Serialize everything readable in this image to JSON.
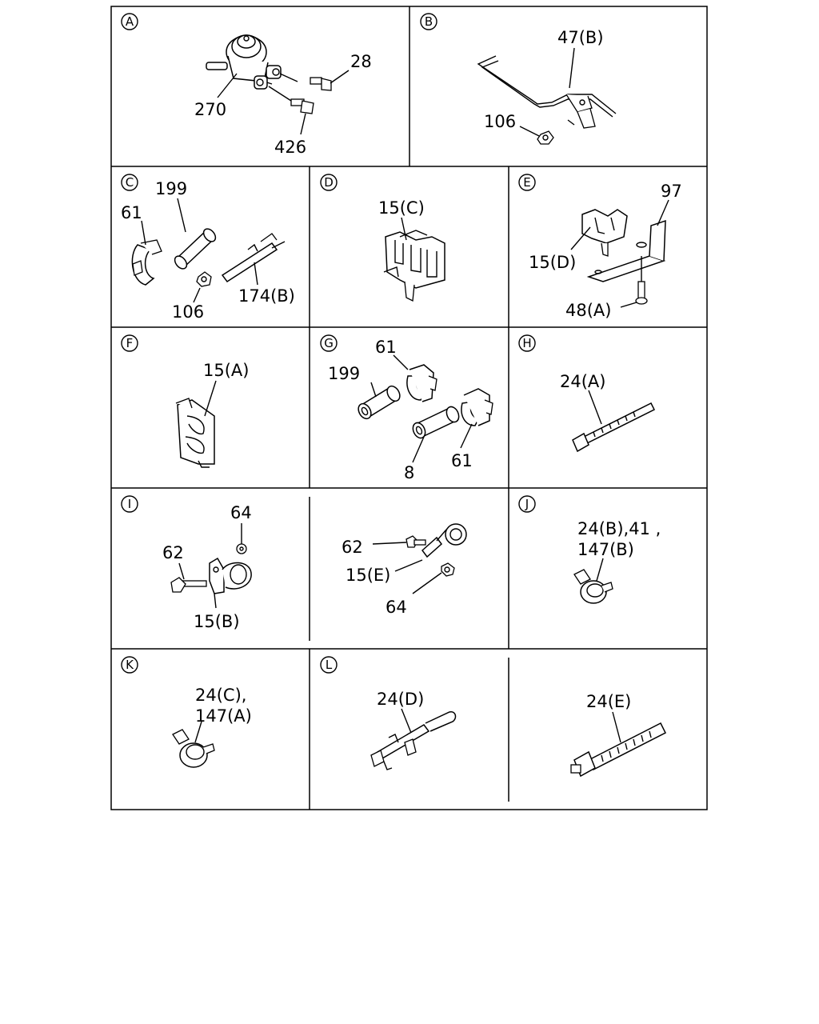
{
  "panels": {
    "A": {
      "letter": "A",
      "labels": {
        "p270": "270",
        "p28": "28",
        "p426": "426"
      }
    },
    "B": {
      "letter": "B",
      "labels": {
        "p47b": "47(B)",
        "p106": "106"
      }
    },
    "C": {
      "letter": "C",
      "labels": {
        "p199": "199",
        "p61": "61",
        "p106": "106",
        "p174b": "174(B)"
      }
    },
    "D": {
      "letter": "D",
      "labels": {
        "p15c": "15(C)"
      }
    },
    "E": {
      "letter": "E",
      "labels": {
        "p97": "97",
        "p15d": "15(D)",
        "p48a": "48(A)"
      }
    },
    "F": {
      "letter": "F",
      "labels": {
        "p15a": "15(A)"
      }
    },
    "G": {
      "letter": "G",
      "labels": {
        "p61a": "61",
        "p199": "199",
        "p8": "8",
        "p61b": "61"
      }
    },
    "H": {
      "letter": "H",
      "labels": {
        "p24a": "24(A)"
      }
    },
    "I": {
      "letter": "I",
      "labels": {
        "p64": "64",
        "p62": "62",
        "p15b": "15(B)"
      }
    },
    "I2": {
      "labels": {
        "p62": "62",
        "p15e": "15(E)",
        "p64": "64"
      }
    },
    "J": {
      "letter": "J",
      "labels": {
        "line1": "24(B),41 ,",
        "line2": "147(B)"
      }
    },
    "K": {
      "letter": "K",
      "labels": {
        "line1": "24(C),",
        "line2": "147(A)"
      }
    },
    "L": {
      "letter": "L",
      "labels": {
        "p24d": "24(D)"
      }
    },
    "L2": {
      "labels": {
        "p24e": "24(E)"
      }
    }
  }
}
